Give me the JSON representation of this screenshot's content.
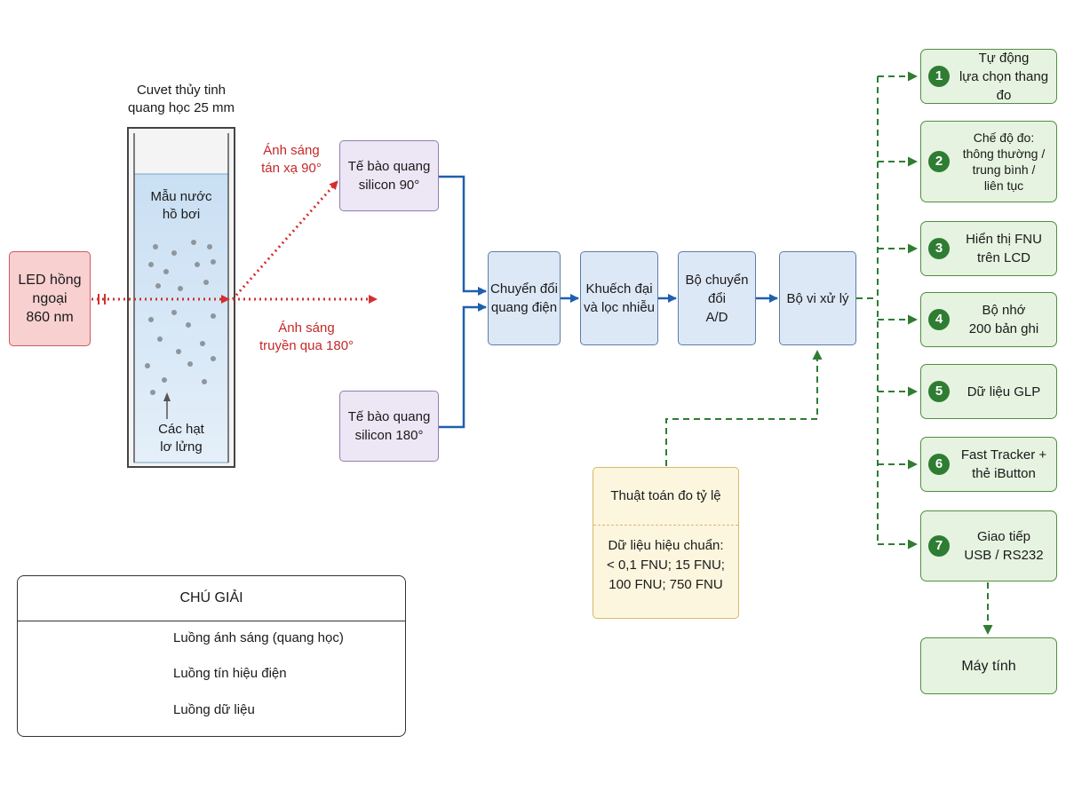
{
  "cuvette": {
    "title_line1": "Cuvet thủy tinh",
    "title_line2": "quang học 25 mm",
    "sample_line1": "Mẫu nước",
    "sample_line2": "hồ bơi",
    "particles_line1": "Các hạt",
    "particles_line2": "lơ lửng"
  },
  "led": {
    "line1": "LED hồng",
    "line2": "ngoại",
    "line3": "860 nm"
  },
  "light_labels": {
    "scatter_line1": "Ánh sáng",
    "scatter_line2": "tán xạ 90°",
    "transmit_line1": "Ánh sáng",
    "transmit_line2": "truyền qua 180°"
  },
  "sensors": {
    "s90_line1": "Tế bào quang",
    "s90_line2": "silicon 90°",
    "s180_line1": "Tế bào quang",
    "s180_line2": "silicon 180°"
  },
  "chain": {
    "photoelectric_line1": "Chuyển đổi",
    "photoelectric_line2": "quang điện",
    "amp_line1": "Khuếch đại",
    "amp_line2": "và lọc nhiễu",
    "adc_line1": "Bộ chuyển đổi",
    "adc_line2": "A/D",
    "mcu": "Bộ vi xử lý"
  },
  "algorithm": {
    "title": "Thuật toán đo tỷ lệ",
    "cal_line1": "Dữ liệu hiệu chuẩn:",
    "cal_line2": "< 0,1 FNU; 15 FNU;",
    "cal_line3": "100 FNU; 750 FNU"
  },
  "outputs": [
    {
      "num": "1",
      "lines": [
        "Tự động",
        "lựa chọn thang đo"
      ]
    },
    {
      "num": "2",
      "lines": [
        "Chế độ đo:",
        "thông thường /",
        "trung bình /",
        "liên tục"
      ]
    },
    {
      "num": "3",
      "lines": [
        "Hiển thị FNU",
        "trên LCD"
      ]
    },
    {
      "num": "4",
      "lines": [
        "Bộ nhớ",
        "200 bản ghi"
      ]
    },
    {
      "num": "5",
      "lines": [
        "Dữ liệu GLP"
      ]
    },
    {
      "num": "6",
      "lines": [
        "Fast Tracker +",
        "thẻ iButton"
      ]
    },
    {
      "num": "7",
      "lines": [
        "Giao tiếp",
        "USB / RS232"
      ]
    }
  ],
  "computer": "Máy tính",
  "legend": {
    "title": "CHÚ GIẢI",
    "optical": "Luồng ánh sáng (quang học)",
    "electrical": "Luồng tín hiệu điện",
    "data": "Luồng dữ liệu"
  },
  "colors": {
    "optical": "#d32f2f",
    "electrical": "#1f5fae",
    "data": "#2e7d32"
  }
}
